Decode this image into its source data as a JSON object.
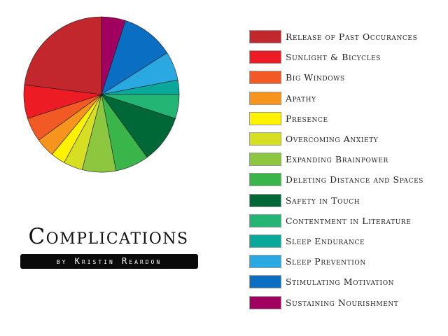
{
  "title": "Complications",
  "byline": "by Kristin Reardon",
  "chart_data": {
    "type": "pie",
    "title": "Complications",
    "subtitle": "by Kristin Reardon",
    "start_angle_deg": 0,
    "direction": "clockwise",
    "legend_position": "right",
    "slices": [
      {
        "label": "Sustaining Nourishment",
        "value": 5,
        "color": "#a0005f"
      },
      {
        "label": "Stimulating Motivation",
        "value": 11,
        "color": "#0a6fc2"
      },
      {
        "label": "Sleep Prevention",
        "value": 6,
        "color": "#2aa8e2"
      },
      {
        "label": "Sleep Endurance",
        "value": 3,
        "color": "#0aa89a"
      },
      {
        "label": "Contentment in Literature",
        "value": 5,
        "color": "#22b573"
      },
      {
        "label": "Safety in Touch",
        "value": 10,
        "color": "#006837"
      },
      {
        "label": "Deleting Distance and Spaces",
        "value": 7,
        "color": "#39b54a"
      },
      {
        "label": "Expanding Brainpower",
        "value": 7,
        "color": "#8dc63f"
      },
      {
        "label": "Overcoming Anxiety",
        "value": 4,
        "color": "#d7df23"
      },
      {
        "label": "Presence",
        "value": 3,
        "color": "#fff200"
      },
      {
        "label": "Apathy",
        "value": 4,
        "color": "#f7941d"
      },
      {
        "label": "Big Windows",
        "value": 5,
        "color": "#f15a24"
      },
      {
        "label": "Sunlight & Bicycles",
        "value": 7,
        "color": "#ed1c24"
      },
      {
        "label": "Release of Past Occurances",
        "value": 23,
        "color": "#c1272d"
      }
    ],
    "legend_order": [
      "Release of Past Occurances",
      "Sunlight & Bicycles",
      "Big Windows",
      "Apathy",
      "Presence",
      "Overcoming Anxiety",
      "Expanding Brainpower",
      "Deleting Distance and Spaces",
      "Safety in Touch",
      "Contentment in Literature",
      "Sleep Endurance",
      "Sleep Prevention",
      "Stimulating Motivation",
      "Sustaining Nourishment"
    ]
  }
}
